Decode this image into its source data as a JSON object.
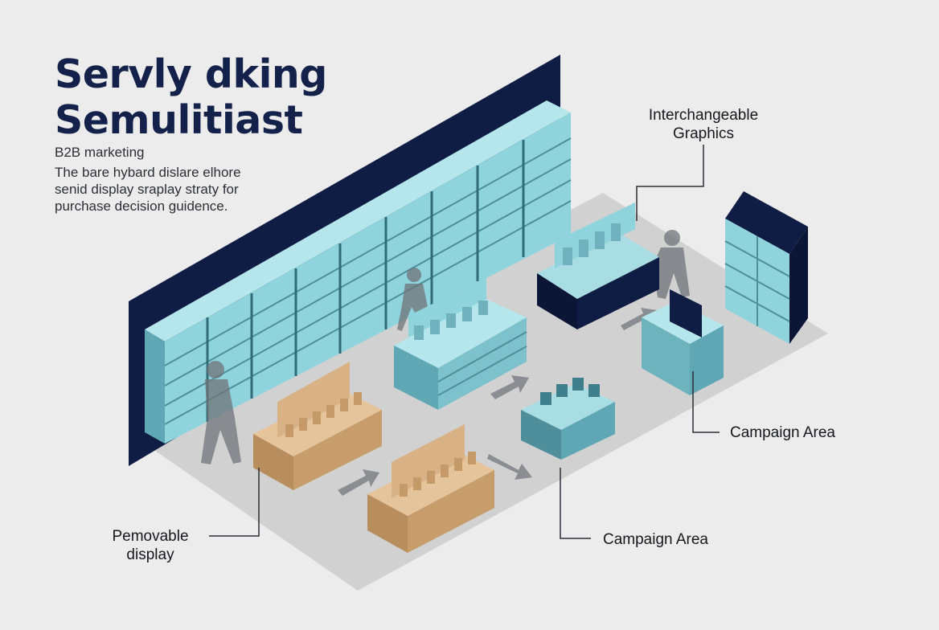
{
  "header": {
    "title_line1": "Servly dking",
    "title_line2": "Semulitiast",
    "subtitle": "B2B marketing",
    "description_lines": [
      "The bare hybard dislare elhore",
      "senid display sraplay straty for",
      "purchase decision guidence."
    ]
  },
  "callouts": {
    "graphics_line1": "Interchangeable",
    "graphics_line2": "Graphics",
    "campaign_right": "Campaign Area",
    "campaign_bottom": "Campaign Area",
    "removable_line1": "Pemovable",
    "removable_line2": "display"
  },
  "colors": {
    "background": "#ececec",
    "floor": "#d0d0d0",
    "wall": "#0f1d45",
    "shelf_front": "#8fd3dc",
    "shelf_side": "#5fa7b4",
    "shelf_top": "#b5e6ec",
    "cardboard": "#d8b184",
    "title": "#14214a"
  }
}
